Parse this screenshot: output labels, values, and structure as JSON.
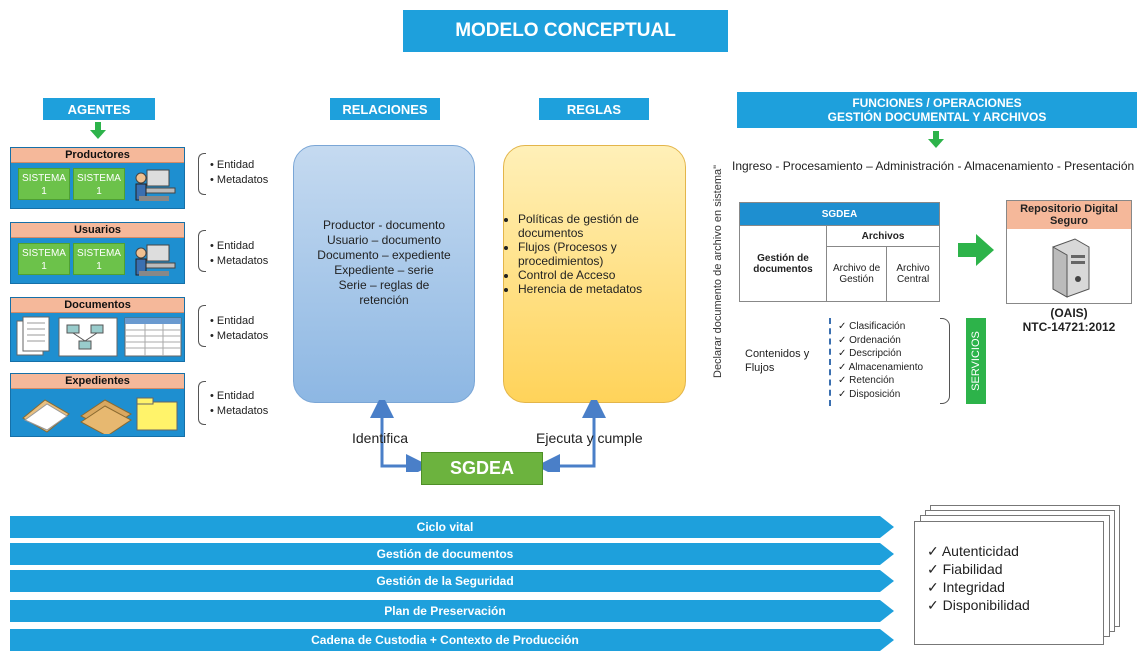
{
  "title": "MODELO CONCEPTUAL",
  "headers": {
    "agentes": "AGENTES",
    "relaciones": "RELACIONES",
    "reglas": "REGLAS",
    "funciones_line1": "FUNCIONES / OPERACIONES",
    "funciones_line2": "GESTIÓN DOCUMENTAL Y ARCHIVOS"
  },
  "agents": [
    {
      "name": "Productores",
      "systems": [
        "SISTEMA 1",
        "SISTEMA 1"
      ],
      "bullets": [
        "• Entidad",
        "• Metadatos"
      ]
    },
    {
      "name": "Usuarios",
      "systems": [
        "SISTEMA 1",
        "SISTEMA 1"
      ],
      "bullets": [
        "• Entidad",
        "• Metadatos"
      ]
    },
    {
      "name": "Documentos",
      "bullets": [
        "• Entidad",
        "• Metadatos"
      ]
    },
    {
      "name": "Expedientes",
      "bullets": [
        "• Entidad",
        "• Metadatos"
      ]
    }
  ],
  "relaciones": [
    "Productor - documento",
    "Usuario – documento",
    "Documento – expediente",
    "Expediente – serie",
    "Serie – reglas de retención"
  ],
  "reglas": [
    "Políticas de gestión de documentos",
    "Flujos (Procesos y procedimientos)",
    "Control de Acceso",
    "Herencia de metadatos"
  ],
  "vertical_note": "Declarar documento de archivo en sistema\"",
  "identifica": "Identifica",
  "ejecuta": "Ejecuta y cumple",
  "sgdea_button": "SGDEA",
  "funciones_line": "Ingreso - Procesamiento – Administración - Almacenamiento - Presentación",
  "sgdea_table": {
    "header": "SGDEA",
    "gestion": "Gestión de documentos",
    "archivos": "Archivos",
    "archivo_gestion": "Archivo de Gestión",
    "archivo_central": "Archivo Central"
  },
  "repositorio": {
    "title": "Repositorio Digital Seguro",
    "line1": "(OAIS)",
    "line2": "NTC-14721:2012"
  },
  "contenidos": "Contenidos y Flujos",
  "servicios_list": [
    "✓ Clasificación",
    "✓ Ordenación",
    "✓ Descripción",
    "✓ Almacenamiento",
    "✓ Retención",
    "✓ Disposición"
  ],
  "servicios_label": "SERVICIOS",
  "bands": [
    "Ciclo vital",
    "Gestión de documentos",
    "Gestión de la Seguridad",
    "Plan de Preservación",
    "Cadena de Custodia + Contexto de Producción"
  ],
  "checks": [
    "✓  Autenticidad",
    "✓  Fiabilidad",
    "✓  Integridad",
    "✓  Disponibilidad"
  ],
  "colors": {
    "accent_blue": "#1ea0dc",
    "green": "#2db34a",
    "agent_blue": "#1e8fd0",
    "salmon": "#f5b89a"
  }
}
